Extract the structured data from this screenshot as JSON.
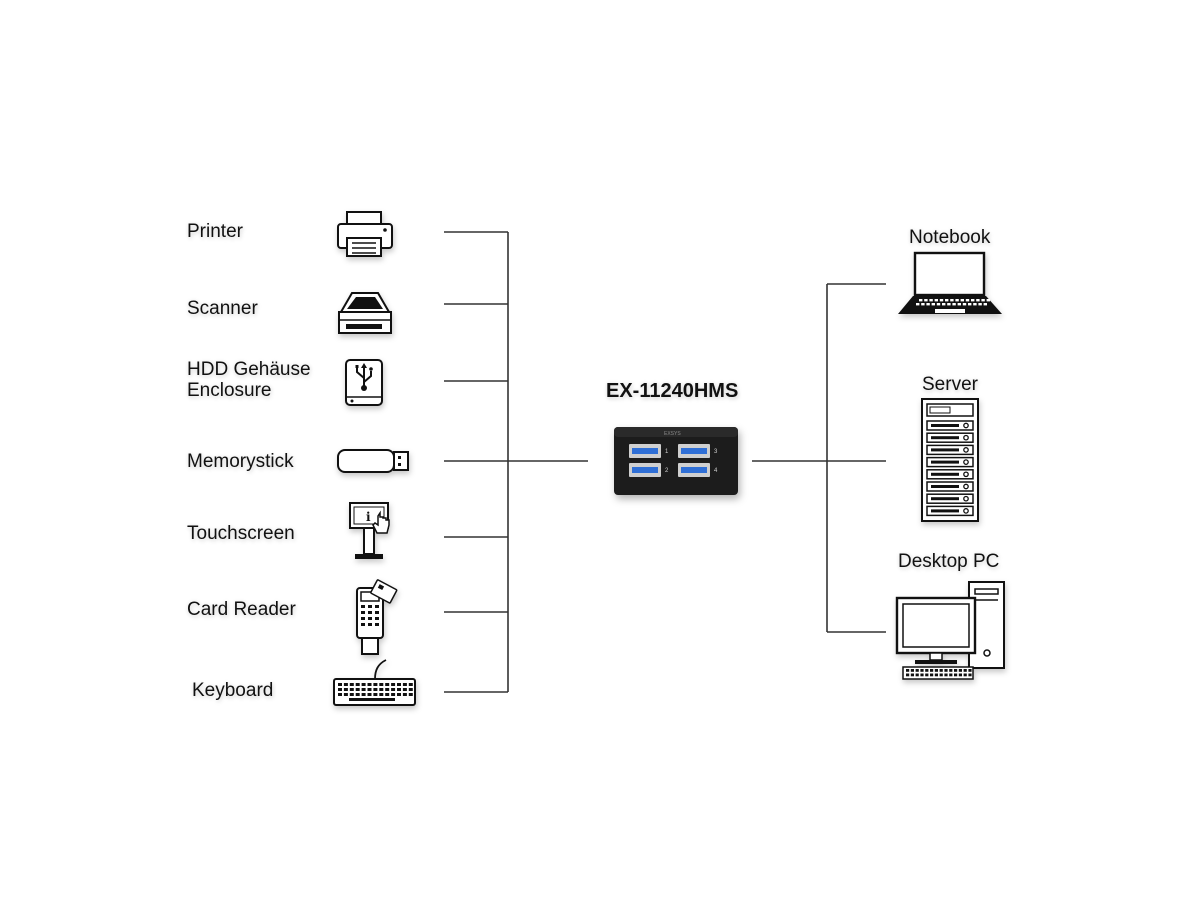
{
  "hub": {
    "model": "EX-11240HMS",
    "brand": "EXSYS",
    "ports": [
      "1",
      "2",
      "3",
      "4"
    ]
  },
  "left_devices": [
    {
      "label": "Printer",
      "icon": "printer-icon"
    },
    {
      "label": "Scanner",
      "icon": "scanner-icon"
    },
    {
      "label_line1": "HDD Gehäuse",
      "label_line2": "Enclosure",
      "icon": "hdd-enclosure-icon"
    },
    {
      "label": "Memorystick",
      "icon": "usb-stick-icon"
    },
    {
      "label": "Touchscreen",
      "icon": "touchscreen-kiosk-icon"
    },
    {
      "label": "Card Reader",
      "icon": "card-reader-icon"
    },
    {
      "label": "Keyboard",
      "icon": "keyboard-icon"
    }
  ],
  "right_hosts": [
    {
      "label": "Notebook",
      "icon": "notebook-icon"
    },
    {
      "label": "Server",
      "icon": "server-icon"
    },
    {
      "label": "Desktop PC",
      "icon": "desktop-pc-icon"
    }
  ],
  "colors": {
    "line": "#333333",
    "ink": "#111111",
    "hub_body": "#1c1c1c",
    "usb_blue": "#2f6fd6"
  }
}
